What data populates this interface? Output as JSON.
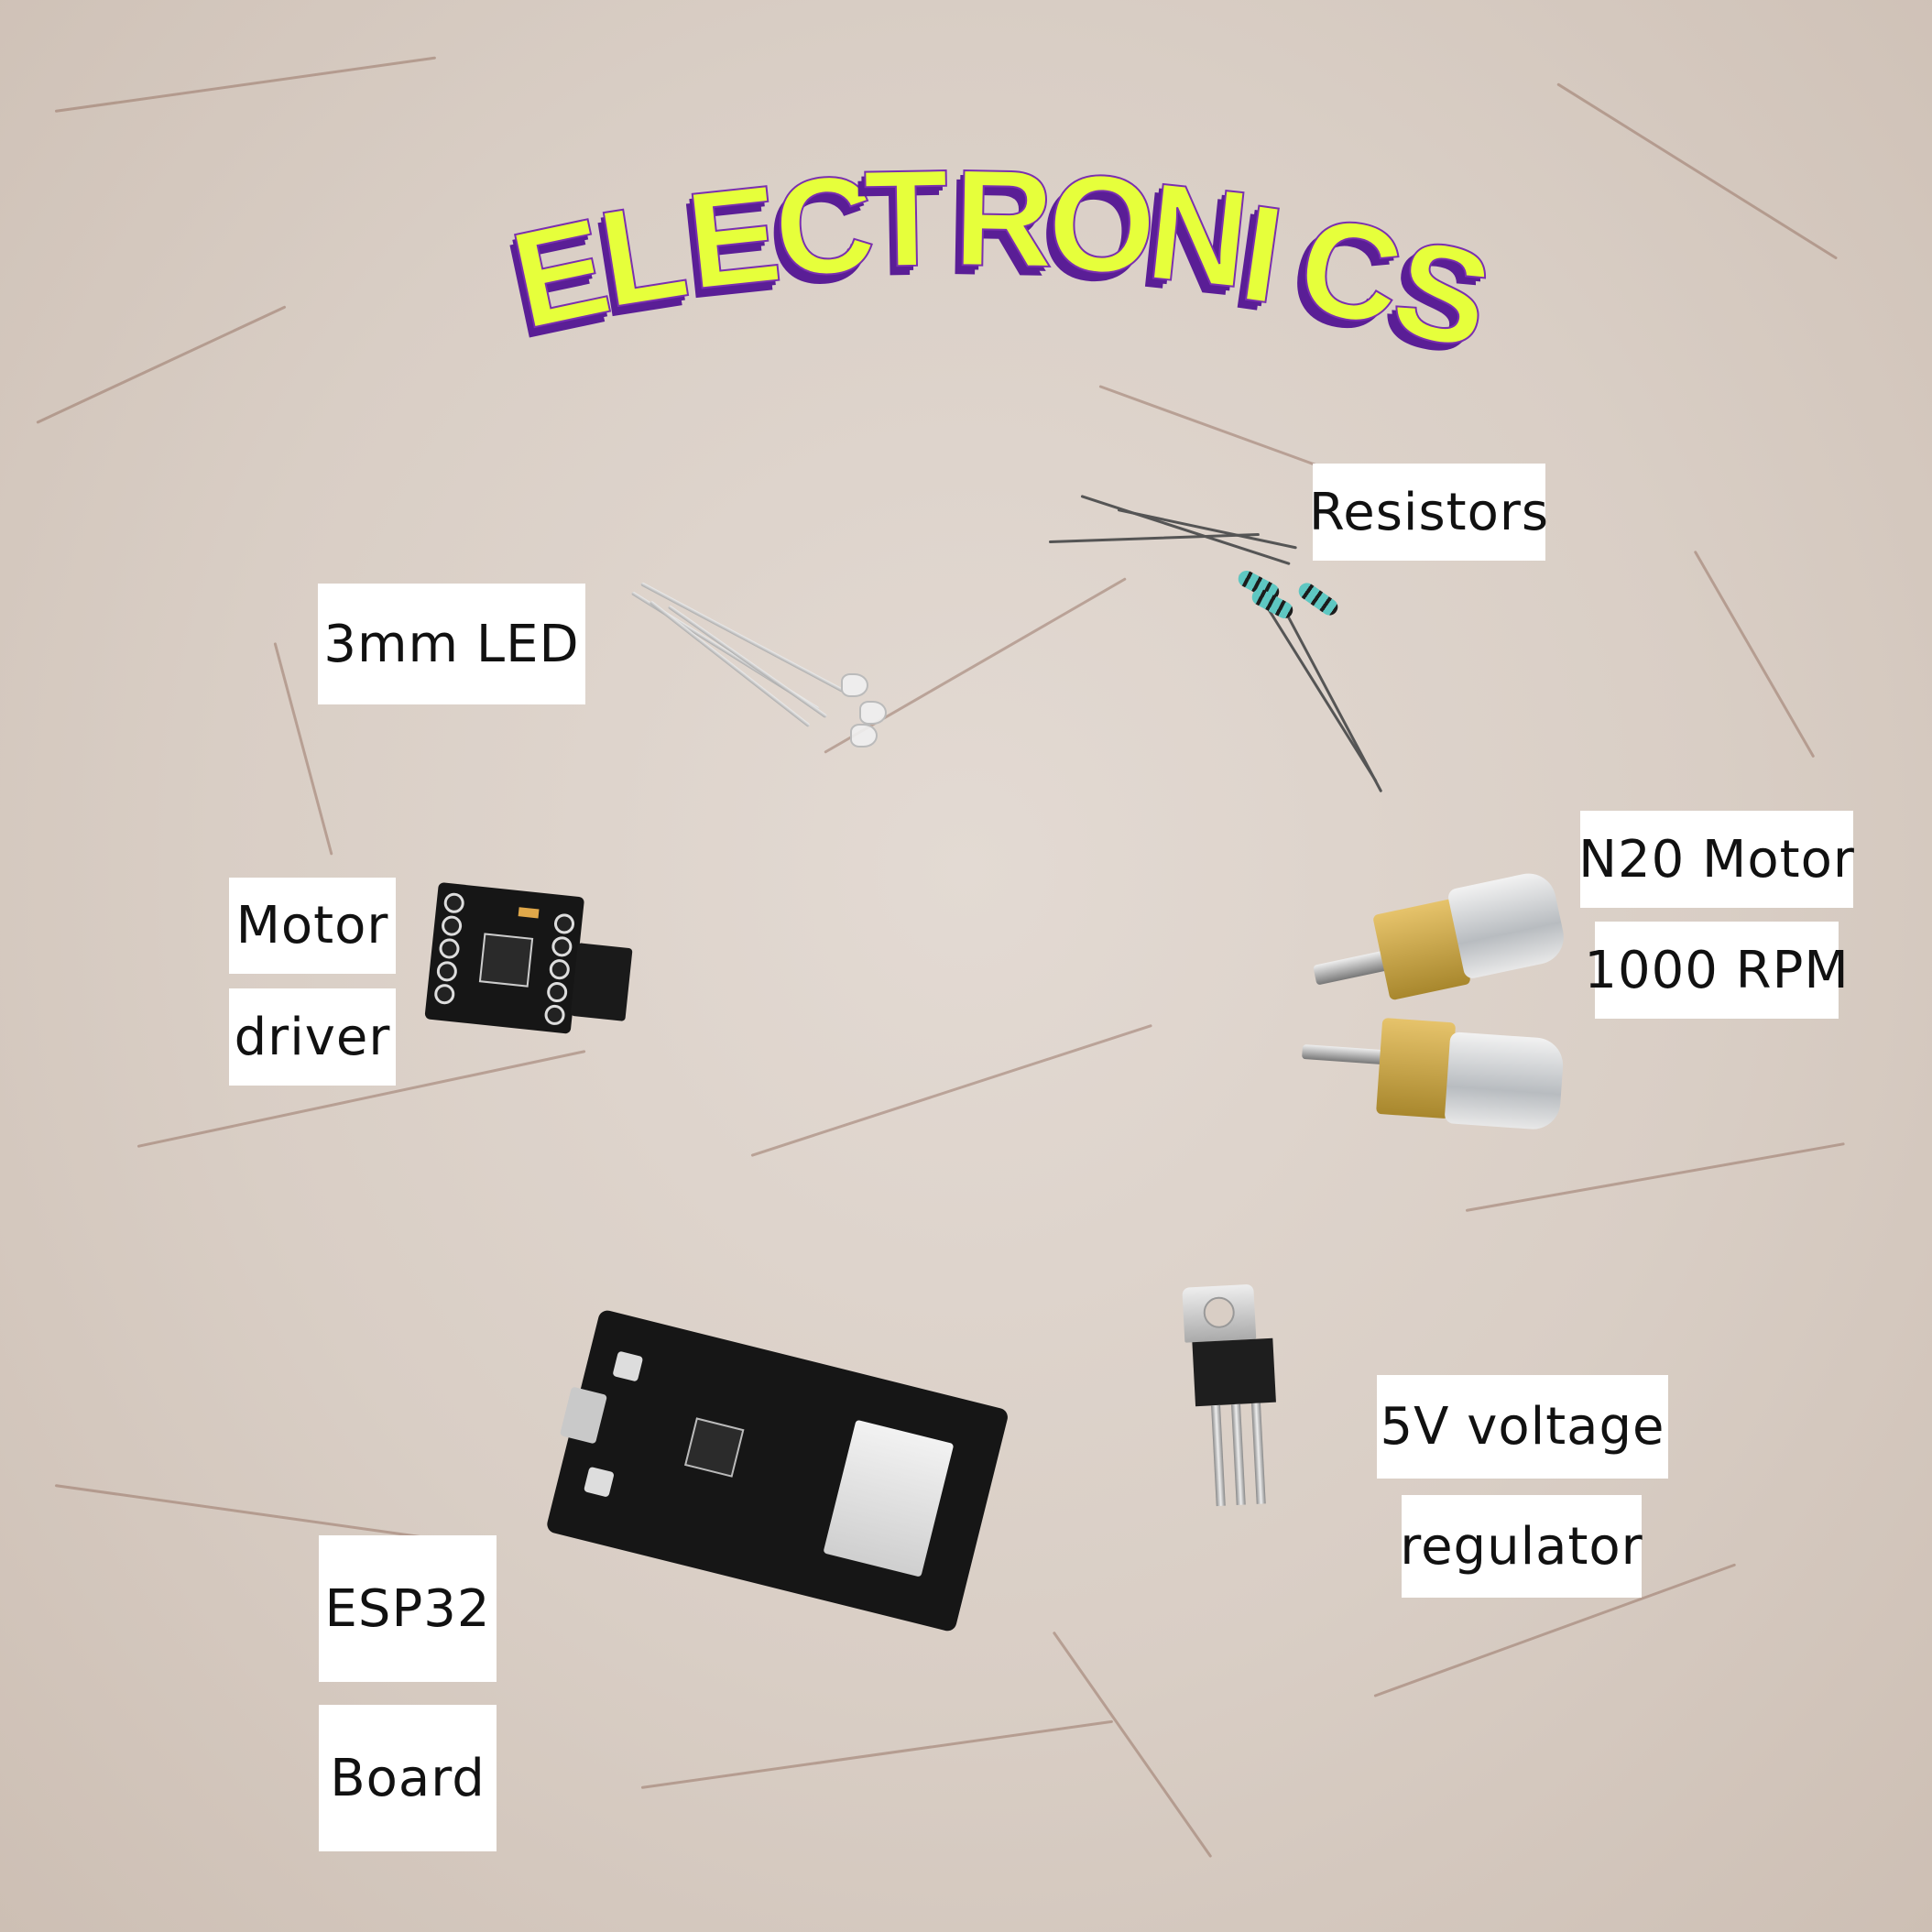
{
  "title": {
    "text": "ELECTRONICS",
    "letters": [
      "E",
      "L",
      "E",
      "C",
      "T",
      "R",
      "O",
      "N",
      "I",
      "C",
      "S"
    ],
    "fill_color": "#e6ff3b",
    "shadow_color": "#5a1e96"
  },
  "background_color": "#d9cec5",
  "labels": {
    "led": "3mm LED",
    "resistors": "Resistors",
    "motor_driver_line1": "Motor",
    "motor_driver_line2": "driver",
    "n20_line1": "N20 Motor",
    "n20_line2": "1000 RPM",
    "esp32_line1": "ESP32",
    "esp32_line2": "Board",
    "regulator_line1": "5V voltage",
    "regulator_line2": "regulator"
  },
  "components": [
    {
      "name": "3mm LED",
      "count": 3
    },
    {
      "name": "Resistors",
      "count": 3
    },
    {
      "name": "Motor driver",
      "count": 1
    },
    {
      "name": "N20 Motor 1000 RPM",
      "count": 2
    },
    {
      "name": "ESP32 Board",
      "count": 1
    },
    {
      "name": "5V voltage regulator",
      "count": 1
    }
  ]
}
